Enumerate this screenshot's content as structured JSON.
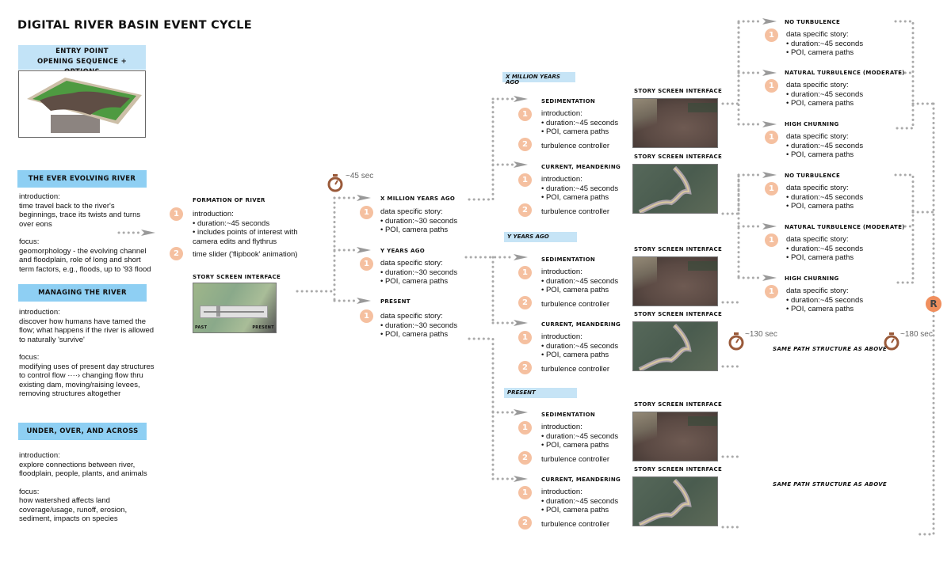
{
  "title": "DIGITAL RIVER BASIN EVENT CYCLE",
  "entry": {
    "line1": "ENTRY POINT",
    "line2": "OPENING SEQUENCE + OPTIONS"
  },
  "sections": [
    {
      "header": "THE EVER EVOLVING RIVER",
      "intro_label": "introduction:",
      "intro_text": "time travel back to the river's beginnings, trace its twists and turns over eons",
      "focus_label": "focus:",
      "focus_text": "geomorphology - the evolving channel and floodplain, role of long and short term factors, e.g., floods, up to '93 flood"
    },
    {
      "header": "MANAGING THE RIVER",
      "intro_label": "introduction:",
      "intro_text": "discover how humans have tamed the flow; what happens if the river is allowed to naturally 'survive'",
      "focus_label": "focus:",
      "focus_text": "modifying uses of present day structures to control flow ····› changing flow thru existing dam, moving/raising levees, removing structures altogether"
    },
    {
      "header": "UNDER, OVER, AND ACROSS",
      "intro_label": "introduction:",
      "intro_text": "explore connections between river, floodplain, people, plants, and animals",
      "focus_label": "focus:",
      "focus_text": "how watershed affects land coverage/usage, runoff, erosion, sediment, impacts on species"
    }
  ],
  "formation": {
    "title": "FORMATION OF RIVER",
    "step1_label": "introduction:",
    "step1_b1": "• duration:~45 seconds",
    "step1_b2": "• includes points of interest with camera edits and flythrus",
    "step2": "time slider ('flipbook' animation)",
    "screen_label": "STORY SCREEN INTERFACE",
    "slider_left": "PAST",
    "slider_right": "PRESENT"
  },
  "timers": {
    "t1": "~45 sec",
    "t2": "~130 sec",
    "t3": "~180 sec"
  },
  "eras": [
    {
      "name": "X MILLION YEARS AGO",
      "story": "data specific story:",
      "b1": "• duration:~30 seconds",
      "b2": "• POI, camera paths"
    },
    {
      "name": "Y YEARS AGO",
      "story": "data specific story:",
      "b1": "• duration:~30 seconds",
      "b2": "• POI, camera paths"
    },
    {
      "name": "PRESENT",
      "story": "data specific story:",
      "b1": "• duration:~30 seconds",
      "b2": "• POI, camera paths"
    }
  ],
  "era_tags": [
    "X MILLION YEARS AGO",
    "Y YEARS AGO",
    "PRESENT"
  ],
  "modes": {
    "sedimentation": "SEDIMENTATION",
    "meandering": "CURRENT, MEANDERING",
    "intro": "introduction:",
    "b1": "• duration:~45 seconds",
    "b2": "• POI, camera paths",
    "controller": "turbulence controller",
    "screen_label": "STORY SCREEN INTERFACE"
  },
  "turbulence": {
    "levels": [
      "NO TURBULENCE",
      "NATURAL TURBULENCE (MODERATE)",
      "HIGH CHURNING"
    ],
    "story": "data specific story:",
    "b1": "• duration:~45 seconds",
    "b2": "• POI, camera paths"
  },
  "same_path_note": "SAME PATH STRUCTURE AS ABOVE",
  "badge_numbers": [
    "1",
    "2"
  ],
  "return_badge": "R",
  "colors": {
    "header_blue": "#8ecff3",
    "badge_peach": "#f5c0a0",
    "timer_brown": "#9a5a3a",
    "return_orange": "#f08f5e",
    "connector_gray": "#999999"
  }
}
